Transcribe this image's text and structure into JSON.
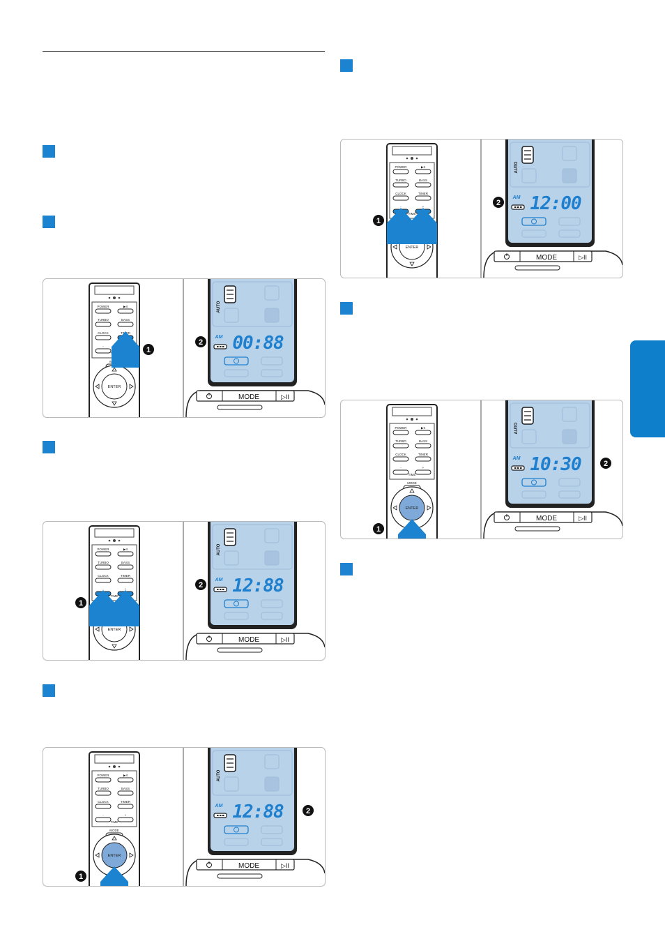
{
  "colors": {
    "accent": "#1b83d0",
    "lcd": "#b8d2ea",
    "lcd_digit": "#1e7fce",
    "side_tab": "#0e7fcb"
  },
  "remote": {
    "power": "POWER",
    "play": "▶II",
    "turbo": "TURBO",
    "bass": "BASS",
    "clock": "CLOCK",
    "timer": "TIMER",
    "minus": "-",
    "time": "TIME",
    "plus": "+",
    "mode": "MODE",
    "enter": "ENTER"
  },
  "base": {
    "power_icon": "power-icon",
    "mode": "MODE",
    "play_pause": "▷II"
  },
  "lcd": {
    "auto": "AUTO",
    "am": "AM"
  },
  "callouts": {
    "one": "1",
    "two": "2"
  },
  "panels": [
    {
      "id": "a",
      "time": "00:88",
      "buttons_pressed": [
        "timer"
      ],
      "enter_pressed": false
    },
    {
      "id": "b",
      "time": "12:88",
      "buttons_pressed": [
        "minus",
        "plus"
      ],
      "enter_pressed": false
    },
    {
      "id": "c",
      "time": "12:88",
      "buttons_pressed": [],
      "enter_pressed": true
    },
    {
      "id": "d",
      "time": "12:00",
      "buttons_pressed": [
        "minus",
        "plus"
      ],
      "enter_pressed": false
    },
    {
      "id": "e",
      "time": "10:30",
      "buttons_pressed": [],
      "enter_pressed": true
    }
  ]
}
